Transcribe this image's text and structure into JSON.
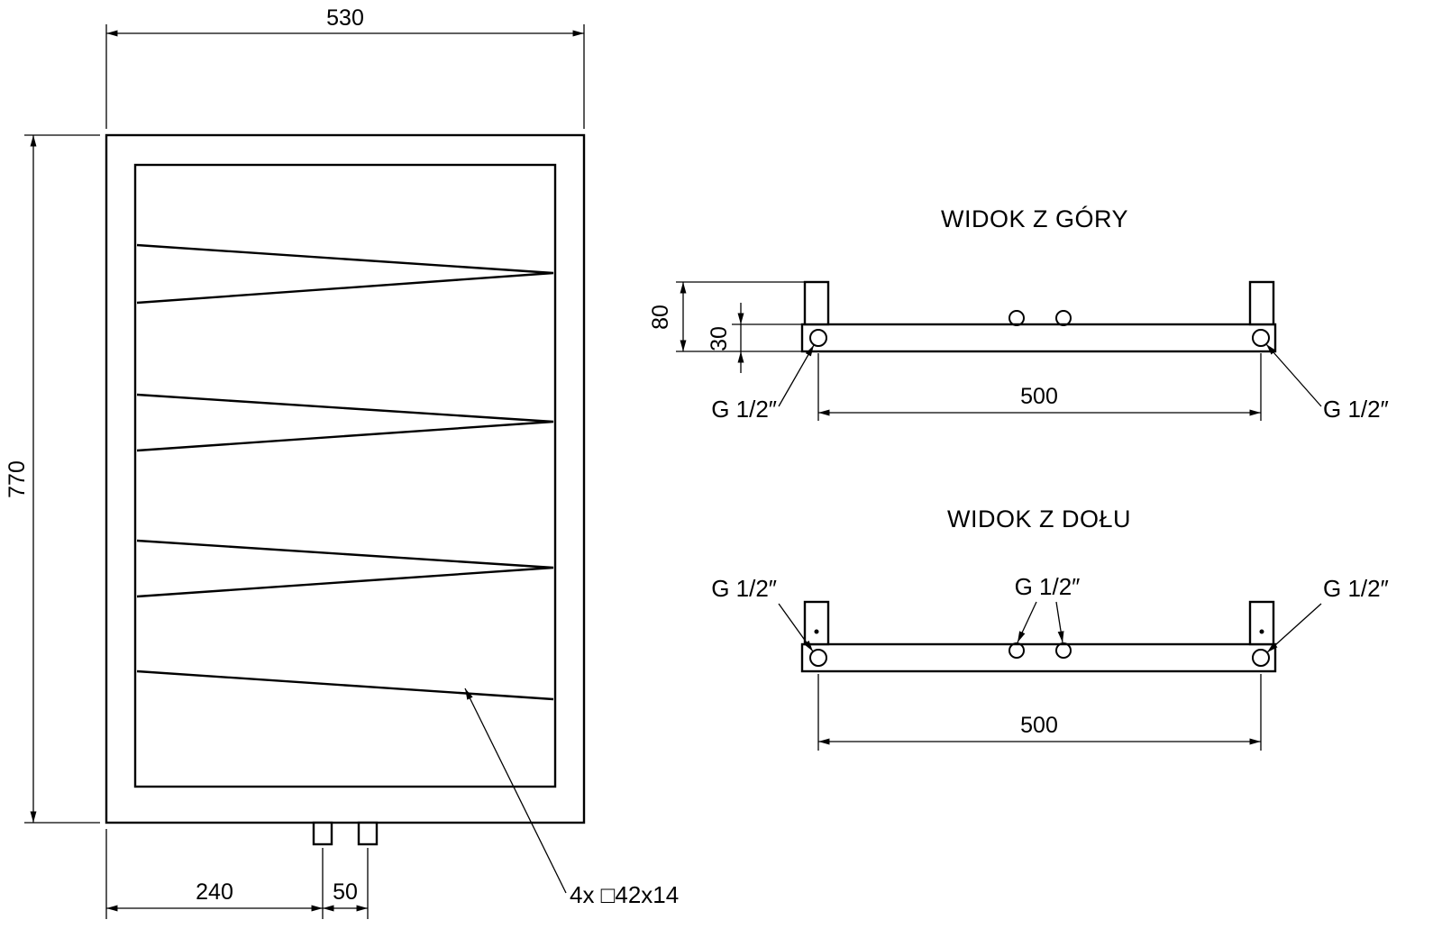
{
  "page": {
    "background": "#ffffff",
    "line_color": "#000000"
  },
  "front_view": {
    "dim_width": "530",
    "dim_height": "770",
    "dim_pipe_offset": "240",
    "dim_pipe_spacing": "50",
    "profile_note": "4x □42x14"
  },
  "top_view": {
    "title": "WIDOK Z GÓRY",
    "dim_bracket_depth": "80",
    "dim_tube": "30",
    "dim_span": "500",
    "port_left": "G 1/2″",
    "port_right": "G 1/2″"
  },
  "bottom_view": {
    "title": "WIDOK Z DOŁU",
    "dim_span": "500",
    "port_left": "G 1/2″",
    "port_center": "G 1/2″",
    "port_right": "G 1/2″"
  }
}
